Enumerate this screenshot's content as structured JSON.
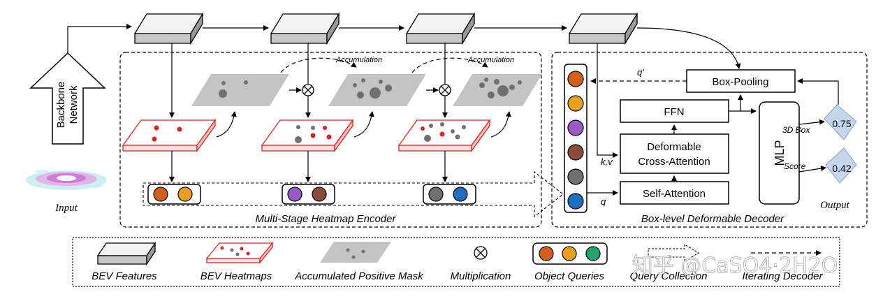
{
  "input": {
    "label": "Input"
  },
  "backbone": {
    "line1": "Backbone",
    "line2": "Network"
  },
  "encoder": {
    "title": "Multi-Stage Heatmap Encoder",
    "accumulation_label": "Accumulation"
  },
  "decoder": {
    "title": "Box-level Deformable Decoder",
    "box_pooling": "Box-Pooling",
    "ffn": "FFN",
    "deformable_line1": "Deformable",
    "deformable_line2": "Cross-Attention",
    "self_attention": "Self-Attention",
    "mlp": "MLP",
    "label_q_prime": "q′",
    "label_kv": "k,v",
    "label_q": "q",
    "label_3d_box": "3D Box",
    "label_score": "Score",
    "value_box": "0.75",
    "value_score": "0.42",
    "output_label": "Output",
    "query_colors": [
      "#d35f1d",
      "#e8a020",
      "#9b59c4",
      "#8a4a3c",
      "#707070",
      "#1f6fbf"
    ]
  },
  "stage_queries": [
    [
      "#d35f1d",
      "#e8a020"
    ],
    [
      "#9b59c4",
      "#8a4a3c"
    ],
    [
      "#707070",
      "#1f6fbf"
    ]
  ],
  "legend": {
    "bev_features": "BEV Features",
    "bev_heatmaps": "BEV Heatmaps",
    "accumulated_mask": "Accumulated Positive Mask",
    "multiplication": "Multiplication",
    "object_queries": "Object Queries",
    "query_collection": "Query Collection",
    "iterating_decoder": "Iterating Decoder",
    "object_query_colors": [
      "#d35f1d",
      "#e8a020",
      "#1fa56b"
    ]
  },
  "watermark": "知乎 @CaSO4·2H2O"
}
